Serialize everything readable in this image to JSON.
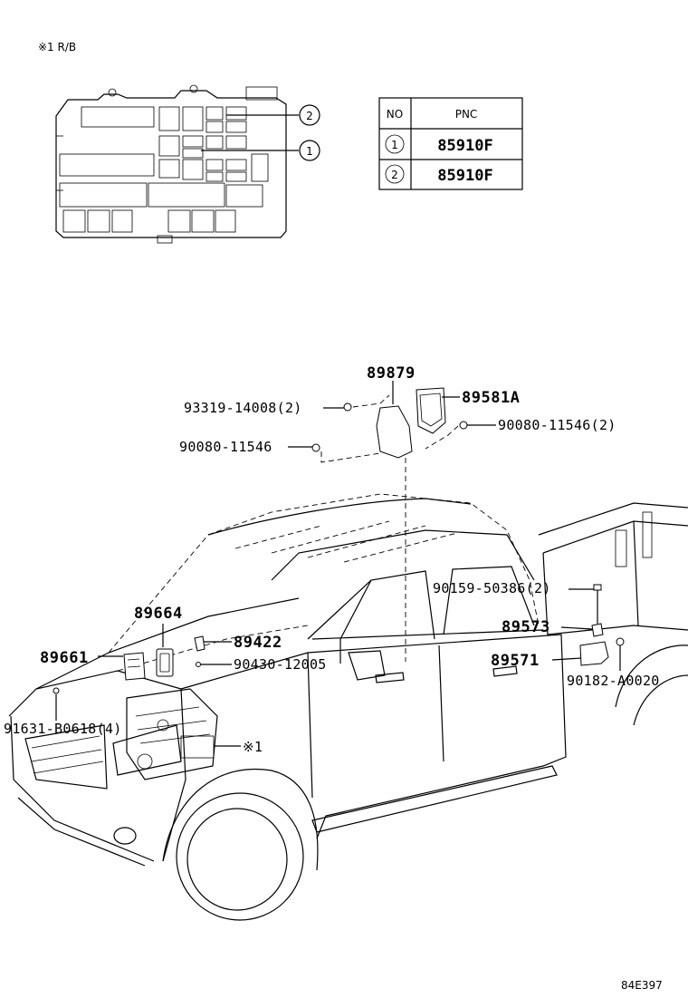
{
  "header_note": "※1 R/B",
  "relay_box": {
    "callouts": [
      "2",
      "1"
    ]
  },
  "pnc_table": {
    "col_no": "NO",
    "col_pnc": "PNC",
    "rows": [
      {
        "no": "1",
        "pnc": "85910F"
      },
      {
        "no": "2",
        "pnc": "85910F"
      }
    ]
  },
  "parts": {
    "p89879": "89879",
    "p93319": "93319-14008(2)",
    "p89581A": "89581A",
    "p90080_2": "90080-11546(2)",
    "p90080": "90080-11546",
    "p90159": "90159-50386(2)",
    "p89573": "89573",
    "p89571": "89571",
    "p90182": "90182-A0020",
    "p89664": "89664",
    "p89422": "89422",
    "p89661": "89661",
    "p90430": "90430-12005",
    "p91631": "91631-B0618(4)",
    "ref1": "※1"
  },
  "diagram_code": "84E397"
}
